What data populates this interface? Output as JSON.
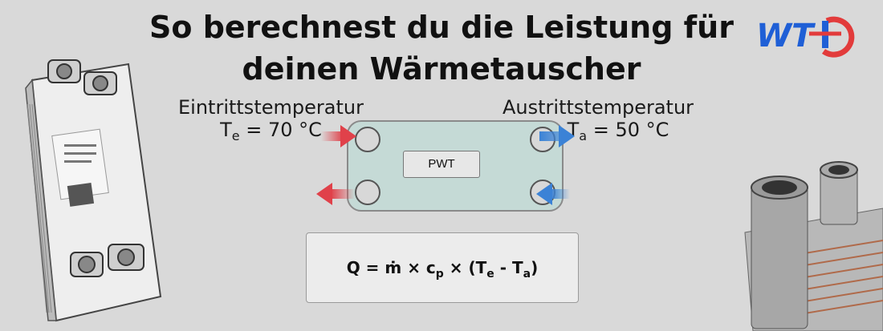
{
  "title": {
    "line1": "So berechnest du die Leistung für",
    "line2": "deinen Wärmetauscher"
  },
  "logo": {
    "text": "WTD",
    "colors": [
      "#1f5fd6",
      "#e23b3b"
    ]
  },
  "inlet": {
    "label": "Eintrittstemperatur",
    "symbol": "T",
    "subscript": "e",
    "value": " = 70 °C"
  },
  "outlet": {
    "label": "Austrittstemperatur",
    "symbol": "T",
    "subscript": "a",
    "value": " = 50 °C"
  },
  "exchanger": {
    "label": "PWT"
  },
  "formula": {
    "part1": "Q = ṁ × c",
    "sub1": "p",
    "part2": " × (T",
    "sub2": "e",
    "part3": " - T",
    "sub3": "a",
    "part4": ")"
  },
  "colors": {
    "hot": "#e0414a",
    "cold": "#3b82d6",
    "plate": "#c5dad6"
  }
}
